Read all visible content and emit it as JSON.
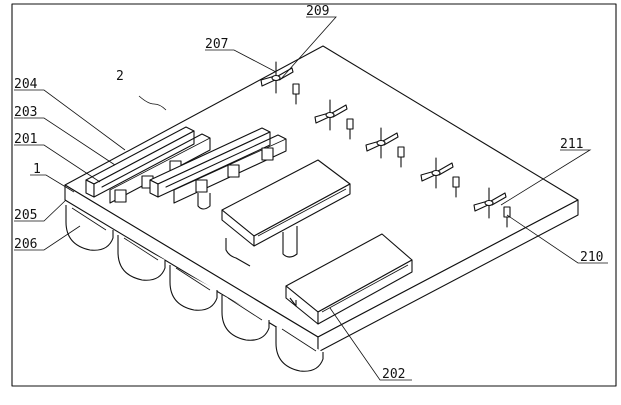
{
  "figure": {
    "labels": {
      "l1": "1",
      "l2": "2",
      "l201": "201",
      "l202": "202",
      "l203": "203",
      "l204": "204",
      "l205": "205",
      "l206": "206",
      "l207": "207",
      "l209": "209",
      "l210": "210",
      "l211": "211"
    },
    "counts": {
      "float_pontoons": 5,
      "agitator_fans": 5,
      "feed_trays": 4
    }
  }
}
